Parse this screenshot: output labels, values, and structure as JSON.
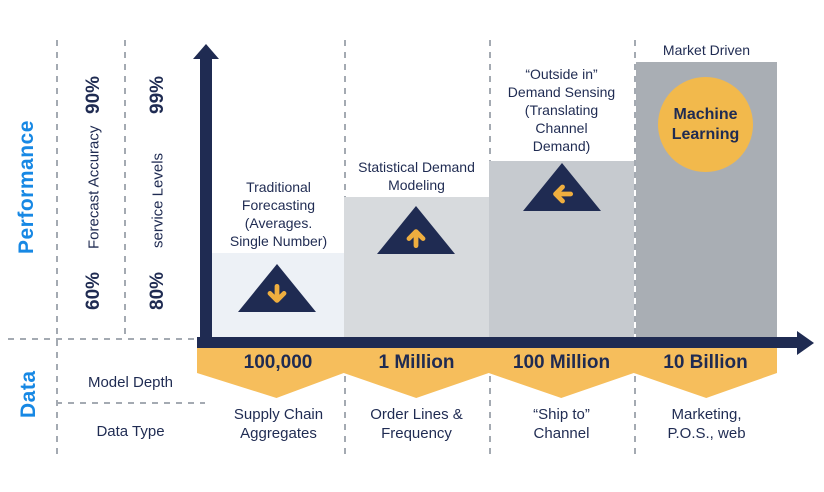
{
  "colors": {
    "navy": "#1F2B52",
    "accent_blue": "#1788E4",
    "banner_orange": "#F6BE5C",
    "circle_orange": "#F2B94C",
    "arrow_orange": "#EFAE3F",
    "bar1_fill": "#EDF1F6",
    "bar2_fill": "#D7DADD",
    "bar3_fill": "#C6CACF",
    "bar4_fill": "#A9AEB4",
    "dash_gray": "#A4AAB2"
  },
  "performance_axis": {
    "title": "Performance",
    "metrics": [
      {
        "high": "90%",
        "name": "Forecast Accuracy",
        "low": "60%"
      },
      {
        "high": "99%",
        "name": "service Levels",
        "low": "80%"
      }
    ]
  },
  "data_axis": {
    "title": "Data",
    "row_labels": {
      "model_depth": "Model Depth",
      "data_type": "Data Type"
    }
  },
  "stages": [
    {
      "label": "Traditional\nForecasting\n(Averages.\nSingle Number)",
      "icon": "arrow-down-icon",
      "model_depth": "100,000",
      "data_type": "Supply Chain\nAggregates"
    },
    {
      "label": "Statistical Demand\nModeling",
      "icon": "arrow-up-icon",
      "model_depth": "1 Million",
      "data_type": "Order Lines &\nFrequency"
    },
    {
      "label": "“Outside in”\nDemand Sensing\n(Translating\nChannel\nDemand)",
      "icon": "arrow-left-icon",
      "model_depth": "100 Million",
      "data_type": "“Ship to”\nChannel"
    },
    {
      "label": "Market Driven",
      "icon": "machine-learning-badge",
      "badge": "Machine\nLearning",
      "model_depth": "10 Billion",
      "data_type": "Marketing,\nP.O.S., web"
    }
  ]
}
